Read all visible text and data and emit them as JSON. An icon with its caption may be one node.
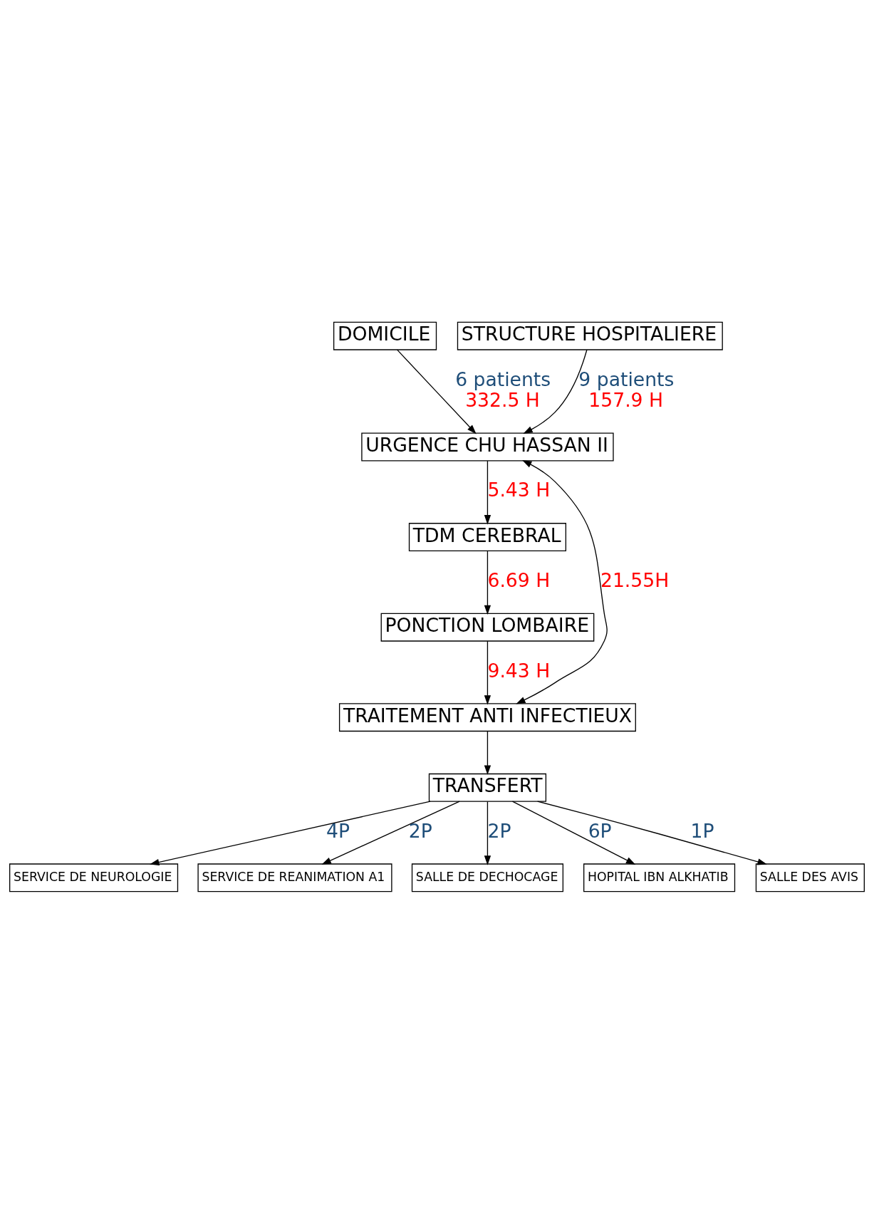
{
  "diagram": {
    "nodes": [
      {
        "text": [
          "DOMICILE"
        ]
      },
      {
        "text": [
          "STRUCTURE HOSPITALIERE"
        ]
      },
      {
        "text": [
          "URGENCE CHU HASSAN II"
        ]
      },
      {
        "text": [
          "TDM CEREBRAL"
        ]
      },
      {
        "text": [
          "PONCTION LOMBAIRE"
        ]
      },
      {
        "text": [
          "TRAITEMENT ANTI INFECTIEUX"
        ]
      },
      {
        "text": [
          "TRANSFERT"
        ]
      },
      {
        "text": [
          "SERVICE DE NEUROLOGIE"
        ]
      },
      {
        "text": [
          "SERVICE DE REANIMATION A1"
        ]
      },
      {
        "text": [
          "SALLE DE DECHOCAGE"
        ]
      },
      {
        "text": [
          "HOPITAL IBN ALKHATIB"
        ]
      },
      {
        "text": [
          "SALLE DES AVIS"
        ]
      }
    ],
    "edges": [
      {
        "from": 0,
        "to": 2,
        "arrow": "to",
        "label": "6 patients"
      },
      {
        "from": 1,
        "to": 2,
        "arrow": "to",
        "label": "9 patients"
      },
      {
        "from": 2,
        "to": 3,
        "arrow": "to",
        "label": "5.43 H"
      },
      {
        "from": 3,
        "to": 4,
        "arrow": "to",
        "label": "6.69 H"
      },
      {
        "from": 4,
        "to": 5,
        "arrow": "to",
        "label": "9.43 H"
      },
      {
        "from": 5,
        "to": 2,
        "arrow": "both",
        "label": "21.55H"
      },
      {
        "from": 5,
        "to": 6,
        "arrow": "to"
      },
      {
        "from": 6,
        "to": 7,
        "arrow": "to",
        "label": "4P"
      },
      {
        "from": 6,
        "to": 8,
        "arrow": "to",
        "label": "2P"
      },
      {
        "from": 6,
        "to": 9,
        "arrow": "to",
        "label": "2P"
      },
      {
        "from": 6,
        "to": 10,
        "arrow": "to",
        "label": "6P"
      },
      {
        "from": 6,
        "to": 11,
        "arrow": "to",
        "label": "1P"
      }
    ],
    "labels": [
      "332.5 H",
      "157.9 H"
    ]
  }
}
